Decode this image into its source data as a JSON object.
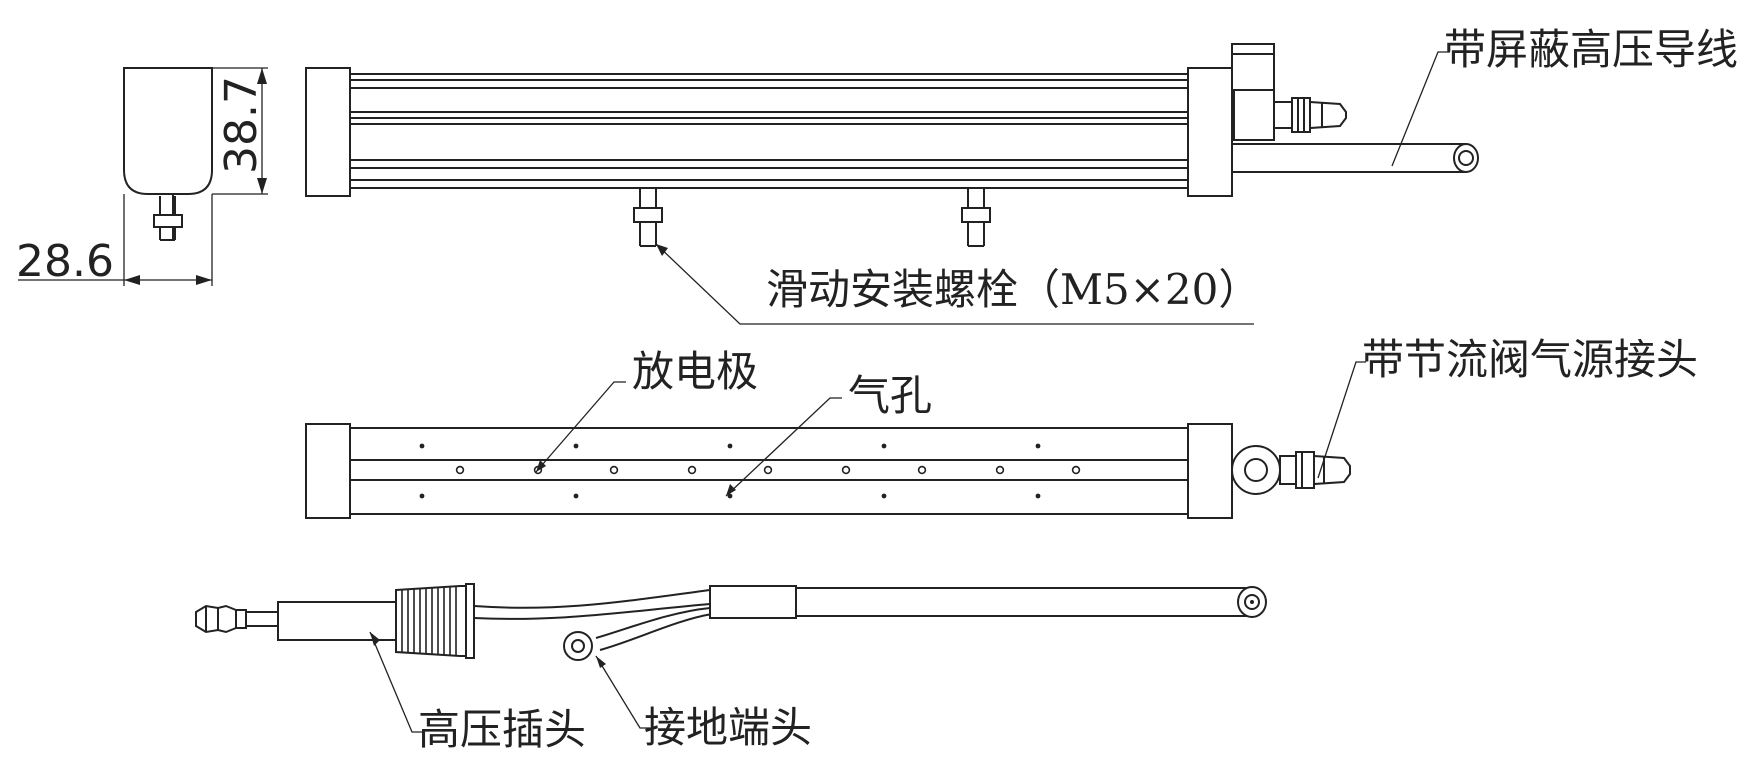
{
  "dimensions": {
    "height": "38.7",
    "width": "28.6"
  },
  "labels": {
    "shielded_hv_cable": "带屏蔽高压导线",
    "sliding_bolt": "滑动安装螺栓（M5×20）",
    "discharge_electrode": "放电极",
    "air_hole": "气孔",
    "throttle_air_fitting": "带节流阀气源接头",
    "hv_plug": "高压插头",
    "ground_terminal": "接地端头"
  },
  "colors": {
    "line": "#222222",
    "background": "#ffffff"
  }
}
